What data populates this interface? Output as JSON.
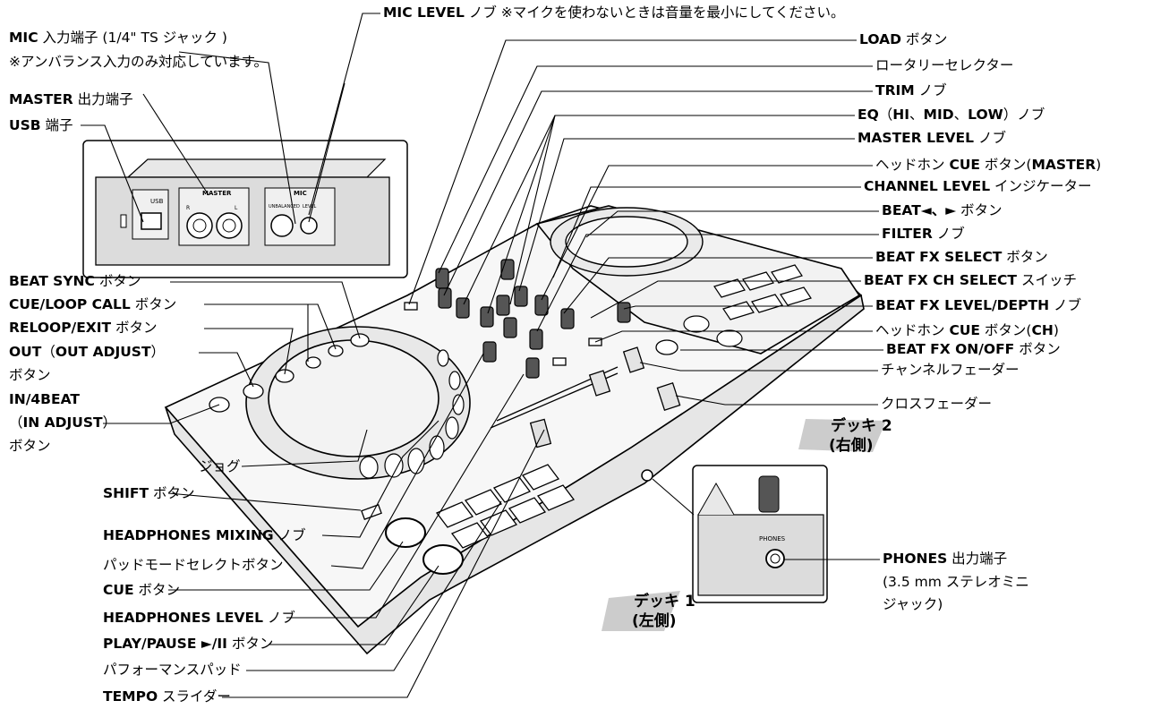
{
  "left_labels": [
    {
      "b": "MIC",
      "t": " 入力端子 (1/4\" TS ジャック )"
    },
    {
      "b": "",
      "t": "※アンバランス入力のみ対応しています。"
    },
    {
      "b": "MASTER",
      "t": " 出力端子"
    },
    {
      "b": "USB",
      "t": " 端子"
    },
    {
      "b": "BEAT SYNC",
      "t": " ボタン"
    },
    {
      "b": "CUE/LOOP CALL",
      "t": " ボタン"
    },
    {
      "b": "RELOOP/EXIT",
      "t": " ボタン"
    },
    {
      "b": "OUT",
      "t": "（",
      "b2": "OUT ADJUST",
      "t2": "）"
    },
    {
      "b": "",
      "t": "ボタン"
    },
    {
      "b": "IN/4BEAT",
      "t": ""
    },
    {
      "b": "",
      "t": "（",
      "b2": "IN ADJUST",
      "t2": "）"
    },
    {
      "b": "",
      "t": "ボタン"
    },
    {
      "b": "",
      "t": "ジョグ"
    },
    {
      "b": "SHIFT",
      "t": " ボタン"
    },
    {
      "b": "HEADPHONES MIXING",
      "t": " ノブ"
    },
    {
      "b": "",
      "t": "パッドモードセレクトボタン"
    },
    {
      "b": "CUE",
      "t": " ボタン"
    },
    {
      "b": "HEADPHONES LEVEL",
      "t": " ノブ"
    },
    {
      "b": "PLAY/PAUSE ►/II",
      "t": " ボタン"
    },
    {
      "b": "",
      "t": "パフォーマンスパッド"
    },
    {
      "b": "TEMPO",
      "t": " スライダー"
    }
  ],
  "top_label": {
    "b": "MIC LEVEL",
    "t": " ノブ ※マイクを使わないときは音量を最小にしてください。"
  },
  "right_labels": [
    {
      "b": "LOAD",
      "t": " ボタン"
    },
    {
      "b": "",
      "t": "ロータリーセレクター"
    },
    {
      "b": "TRIM",
      "t": " ノブ"
    },
    {
      "b": "EQ",
      "t": "（",
      "b2": "HI",
      "t2": "、",
      "b3": "MID",
      "t3": "、",
      "b4": "LOW",
      "t4": "）ノブ"
    },
    {
      "b": "MASTER LEVEL",
      "t": " ノブ"
    },
    {
      "b": "",
      "t": "ヘッドホン ",
      "b2": "CUE",
      "t2": " ボタン(",
      "b3": "MASTER",
      "t3": ")"
    },
    {
      "b": "CHANNEL LEVEL",
      "t": " インジケーター"
    },
    {
      "b": "BEAT◄、►",
      "t": " ボタン"
    },
    {
      "b": "FILTER",
      "t": " ノブ"
    },
    {
      "b": "BEAT FX SELECT",
      "t": " ボタン"
    },
    {
      "b": "BEAT FX CH SELECT",
      "t": " スイッチ"
    },
    {
      "b": "BEAT FX LEVEL/DEPTH",
      "t": " ノブ"
    },
    {
      "b": "",
      "t": "ヘッドホン ",
      "b2": "CUE",
      "t2": " ボタン(",
      "b3": "CH",
      "t3": ")"
    },
    {
      "b": "BEAT FX ON/OFF",
      "t": " ボタン"
    },
    {
      "b": "",
      "t": "チャンネルフェーダー"
    },
    {
      "b": "",
      "t": "クロスフェーダー"
    }
  ],
  "phones_label": {
    "b": "PHONES",
    "t": " 出力端子",
    "l2": "(3.5 mm ステレオミニ",
    "l3": "ジャック)"
  },
  "deck1": {
    "name": "デッキ 1",
    "side": "(左側)"
  },
  "deck2": {
    "name": "デッキ 2",
    "side": "(右側)"
  },
  "inset_top": {
    "usb": "USB",
    "master": "MASTER",
    "mic": "MIC",
    "balanced": "UNBALANCED",
    "level": "LEVEL",
    "r": "R",
    "l": "L"
  },
  "inset_phones": {
    "label": "PHONES"
  },
  "colors": {
    "line": "#000000",
    "panel": "#e0e0e0",
    "body": "#f4f4f4",
    "arrow": "#c8c8c8"
  }
}
